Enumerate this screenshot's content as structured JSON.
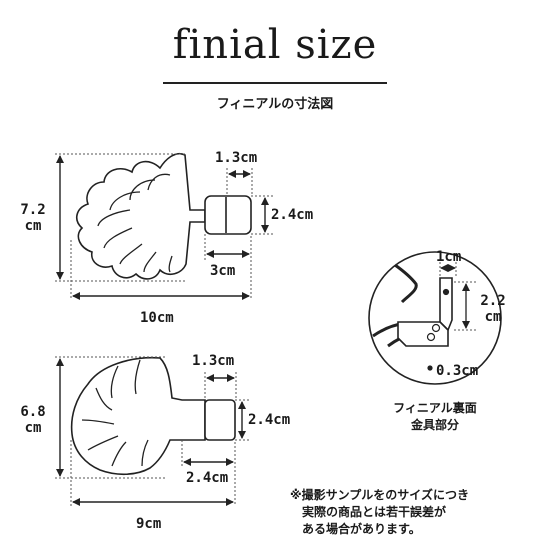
{
  "title": "finial size",
  "subtitle": "フィニアルの寸法図",
  "top_finial": {
    "height_value": "7.2",
    "height_unit": "cm",
    "width_total": "10cm",
    "cap_width": "1.3cm",
    "cap_height": "2.4cm",
    "socket_length": "3cm"
  },
  "bottom_finial": {
    "height_value": "6.8",
    "height_unit": "cm",
    "width_total": "9cm",
    "cap_width": "1.3cm",
    "cap_height": "2.4cm",
    "socket_length": "2.4cm"
  },
  "bracket": {
    "top_width": "1cm",
    "height_value": "2.2",
    "height_unit": "cm",
    "screw_hole": "0.3cm",
    "caption_line1": "フィニアル裏面",
    "caption_line2": "金具部分"
  },
  "disclaimer": {
    "line1": "※撮影サンプルをのサイズにつき",
    "line2": "実際の商品とは若干誤差が",
    "line3": "ある場合があります。"
  }
}
